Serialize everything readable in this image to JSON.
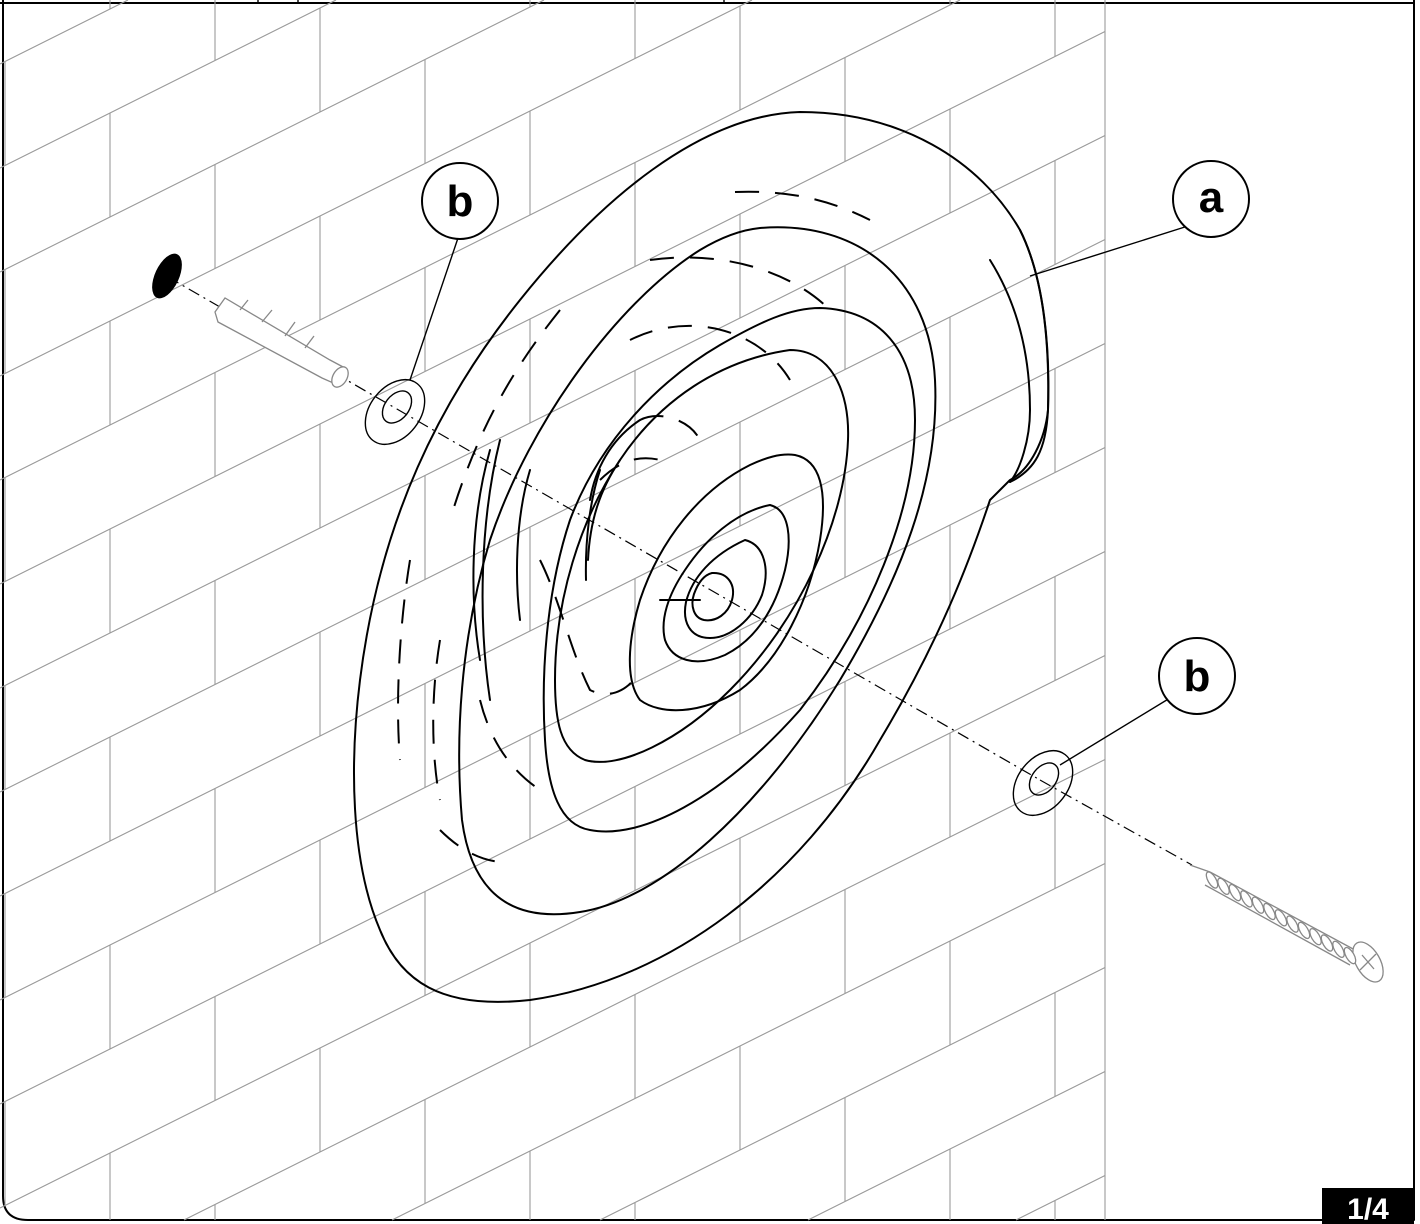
{
  "callouts": {
    "part_a": "a",
    "part_b_left": "b",
    "part_b_right": "b"
  },
  "page_indicator": "1/4",
  "colors": {
    "ink": "#000000",
    "brick_lines": "#9a9a9a",
    "hardware_lines": "#888888",
    "badge_background": "#000000",
    "badge_text": "#ffffff"
  },
  "icons": {
    "wall": "brick-wall",
    "fixture": "round-fixture-plate",
    "fastener_left": "wall-plug-anchor",
    "fastener_right": "screw",
    "spacers": "washer"
  }
}
